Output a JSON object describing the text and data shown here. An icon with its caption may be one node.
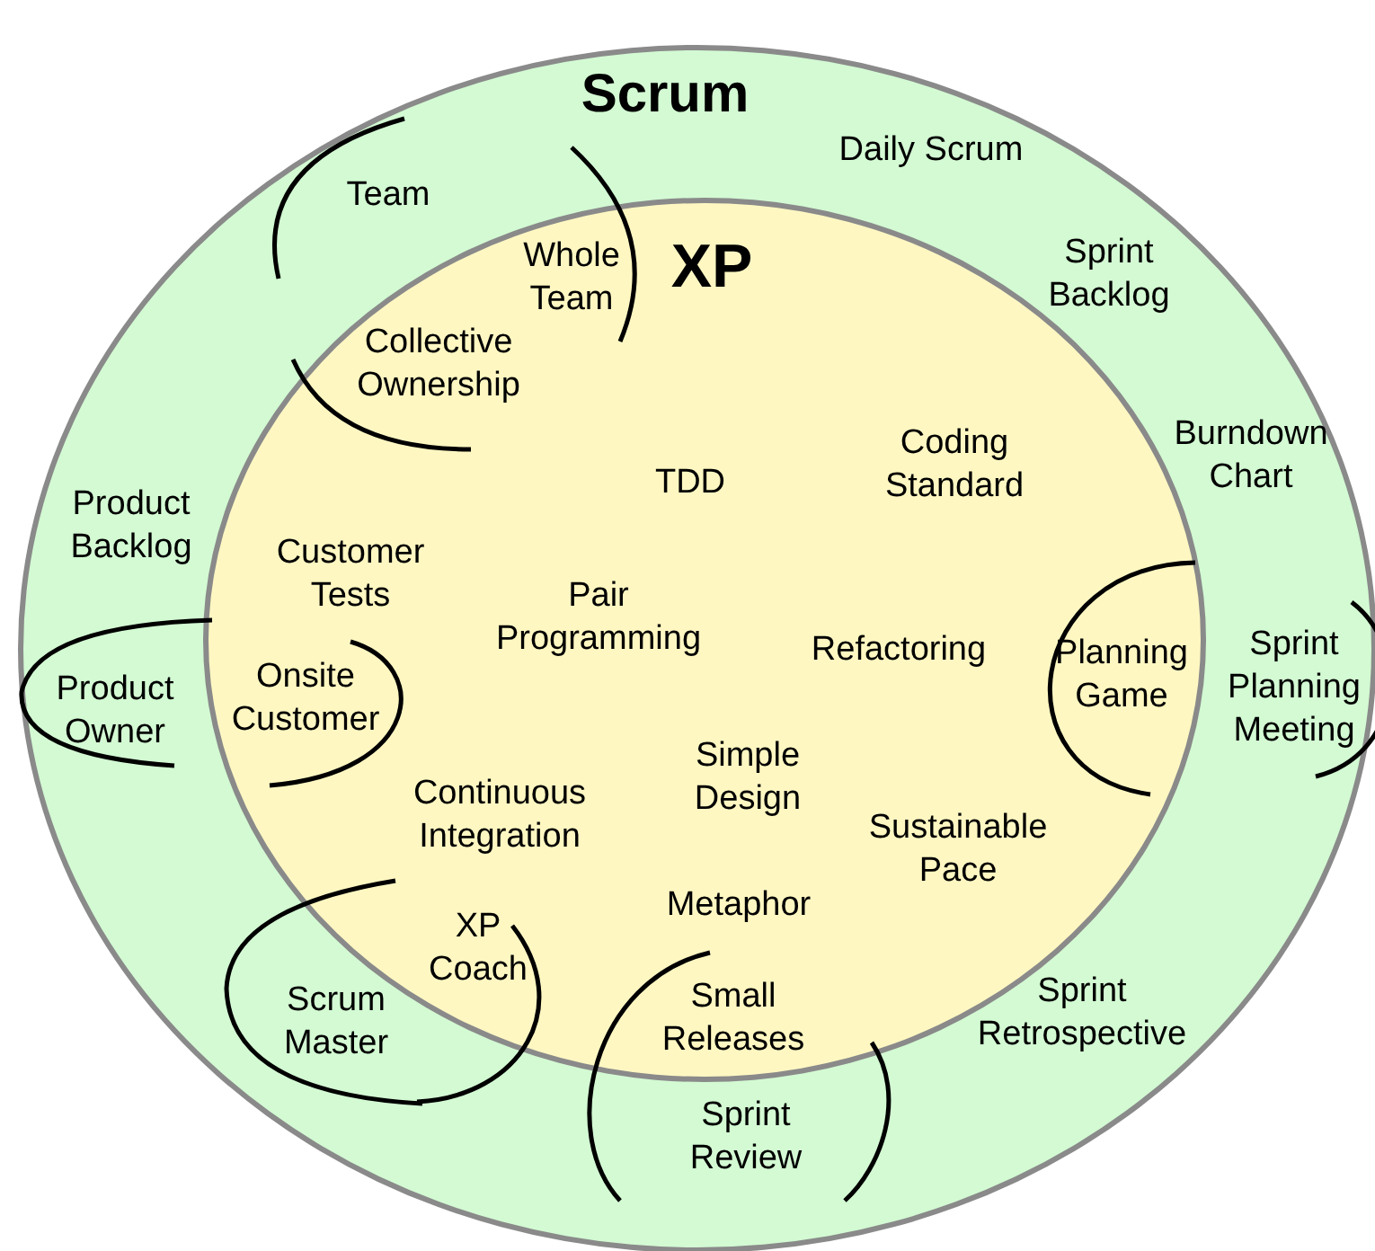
{
  "diagram": {
    "nodes": [
      {
        "text": [
          "Scrum"
        ]
      },
      {
        "text": [
          "XP"
        ],
        "in": 0
      }
    ],
    "labels": [
      "Team",
      "Daily Scrum",
      "Whole Team",
      "Sprint Backlog",
      "Collective Ownership",
      "Coding Standard",
      "Burndown Chart",
      "TDD",
      "Product Backlog",
      "Customer Tests",
      "Pair Programming",
      "Refactoring",
      "Planning Game",
      "Sprint Planning Meeting",
      "Product Owner",
      "Onsite Customer",
      "Simple Design",
      "Continuous Integration",
      "Sustainable Pace",
      "Metaphor",
      "XP Coach",
      "Scrum Master",
      "Small Releases",
      "Sprint Retrospective",
      "Sprint Review"
    ]
  }
}
